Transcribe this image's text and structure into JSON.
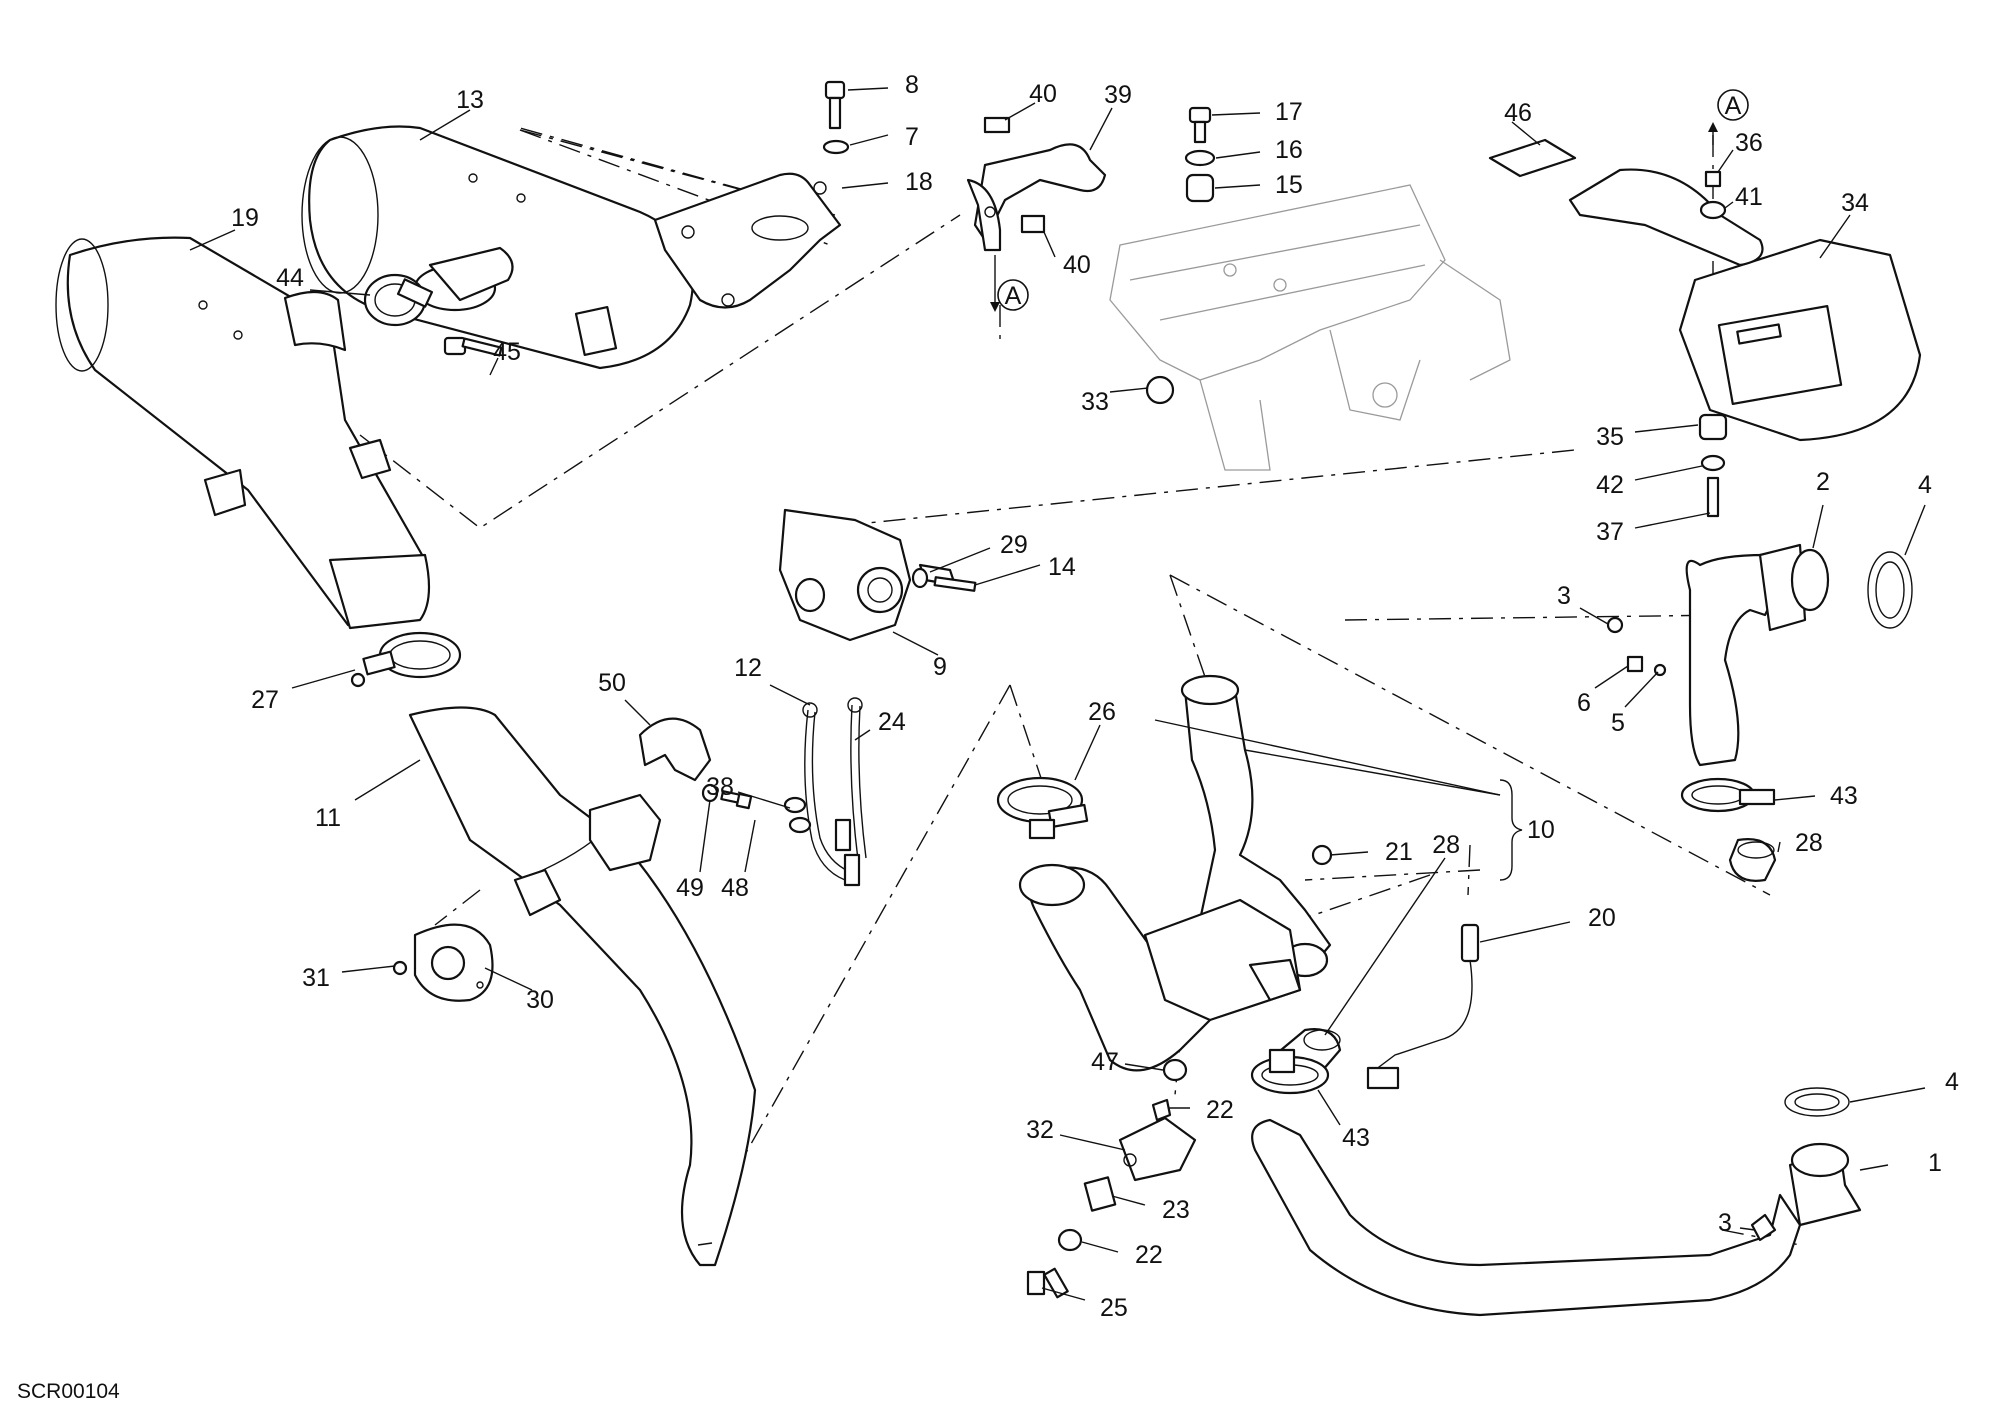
{
  "drawing_code": "SCR00104",
  "view_marker": "A",
  "group_brace_label": "10",
  "parts": [
    {
      "num": "1"
    },
    {
      "num": "2"
    },
    {
      "num": "3"
    },
    {
      "num": "3"
    },
    {
      "num": "4"
    },
    {
      "num": "4"
    },
    {
      "num": "5"
    },
    {
      "num": "6"
    },
    {
      "num": "7"
    },
    {
      "num": "8"
    },
    {
      "num": "9"
    },
    {
      "num": "11"
    },
    {
      "num": "12"
    },
    {
      "num": "13"
    },
    {
      "num": "14"
    },
    {
      "num": "15"
    },
    {
      "num": "16"
    },
    {
      "num": "17"
    },
    {
      "num": "18"
    },
    {
      "num": "19"
    },
    {
      "num": "20"
    },
    {
      "num": "21"
    },
    {
      "num": "22"
    },
    {
      "num": "22"
    },
    {
      "num": "23"
    },
    {
      "num": "24"
    },
    {
      "num": "25"
    },
    {
      "num": "26"
    },
    {
      "num": "27"
    },
    {
      "num": "28"
    },
    {
      "num": "28"
    },
    {
      "num": "29"
    },
    {
      "num": "30"
    },
    {
      "num": "31"
    },
    {
      "num": "32"
    },
    {
      "num": "33"
    },
    {
      "num": "34"
    },
    {
      "num": "35"
    },
    {
      "num": "36"
    },
    {
      "num": "37"
    },
    {
      "num": "38"
    },
    {
      "num": "39"
    },
    {
      "num": "40"
    },
    {
      "num": "40"
    },
    {
      "num": "41"
    },
    {
      "num": "42"
    },
    {
      "num": "43"
    },
    {
      "num": "43"
    },
    {
      "num": "44"
    },
    {
      "num": "45"
    },
    {
      "num": "46"
    },
    {
      "num": "47"
    },
    {
      "num": "48"
    },
    {
      "num": "49"
    },
    {
      "num": "50"
    }
  ]
}
